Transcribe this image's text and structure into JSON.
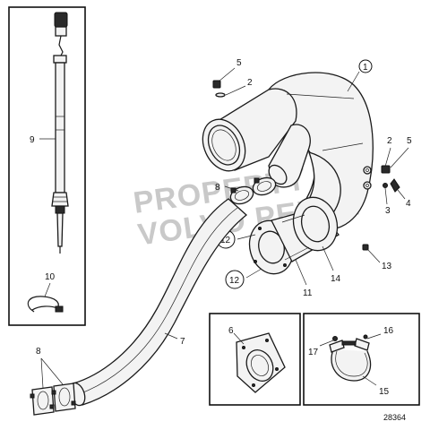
{
  "watermark": {
    "line1": "PROPERTY OF",
    "line2": "VOLVO PENTA"
  },
  "callouts": {
    "c1": "1",
    "c2a": "2",
    "c5a": "5",
    "c2b": "2",
    "c5b": "5",
    "c3": "3",
    "c4": "4",
    "c8a": "8",
    "c9": "9",
    "c10": "10",
    "c12a": "12",
    "c12b": "12",
    "c11": "11",
    "c14": "14",
    "c13": "13",
    "c7": "7",
    "c8b": "8",
    "c6": "6",
    "c17": "17",
    "c16": "16",
    "c15": "15"
  },
  "reference_number": "28364"
}
